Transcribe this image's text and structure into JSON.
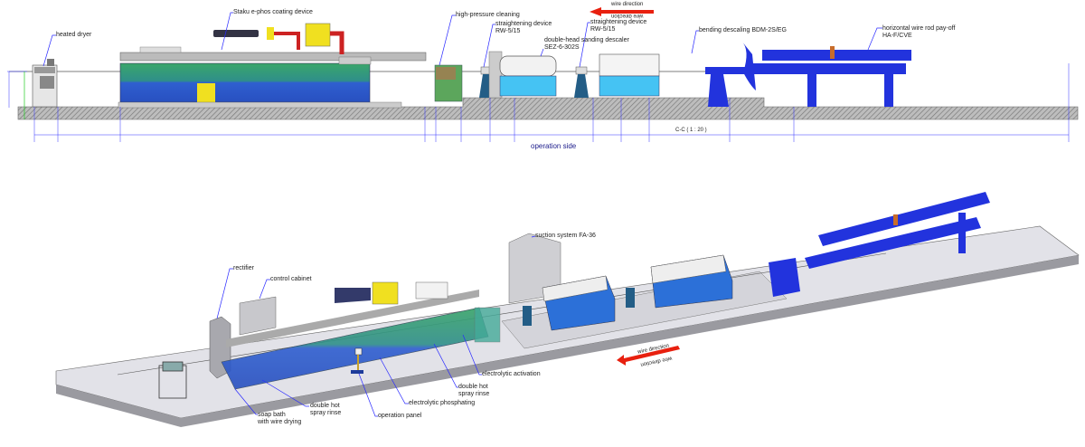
{
  "elevation": {
    "labels": {
      "heated_dryer": "heated dryer",
      "coating_device": "Staku e-phos coating device",
      "high_pressure": "high-pressure cleaning",
      "straightening_1": "straightening device\nRW-5/15",
      "sanding_descaler": "double-head sanding descaler\nSEZ-6-302S",
      "straightening_2": "straightening device\nRW-5/15",
      "bending_descaling": "bending descaling BDM-2S/EG",
      "payoff": "horizontal wire rod pay-off\nHA-F/CVE"
    },
    "wire_direction": "wire direction",
    "section_label": "C-C ( 1 : 20 )",
    "operation_side": "operation side"
  },
  "isometric": {
    "labels": {
      "rectifier": "rectifier",
      "control_cabinet": "control cabinet",
      "suction_system": "suction system FA-36",
      "soap_bath": "soap bath\nwith wire drying",
      "double_hot_1": "double hot\nspray rinse",
      "operation_panel": "operation panel",
      "electrolytic_phosphating": "electrolytic phosphating",
      "double_hot_2": "double hot\nspray rinse",
      "electrolytic_activation": "electrolytic activation"
    },
    "wire_direction": "wire direction"
  },
  "colors": {
    "leader": "#2a2aff",
    "arrow": "#e8200f",
    "tank_blue": "#2f5fd0",
    "descaler_blue": "#3fb8f0",
    "payoff_blue": "#2233dd"
  }
}
